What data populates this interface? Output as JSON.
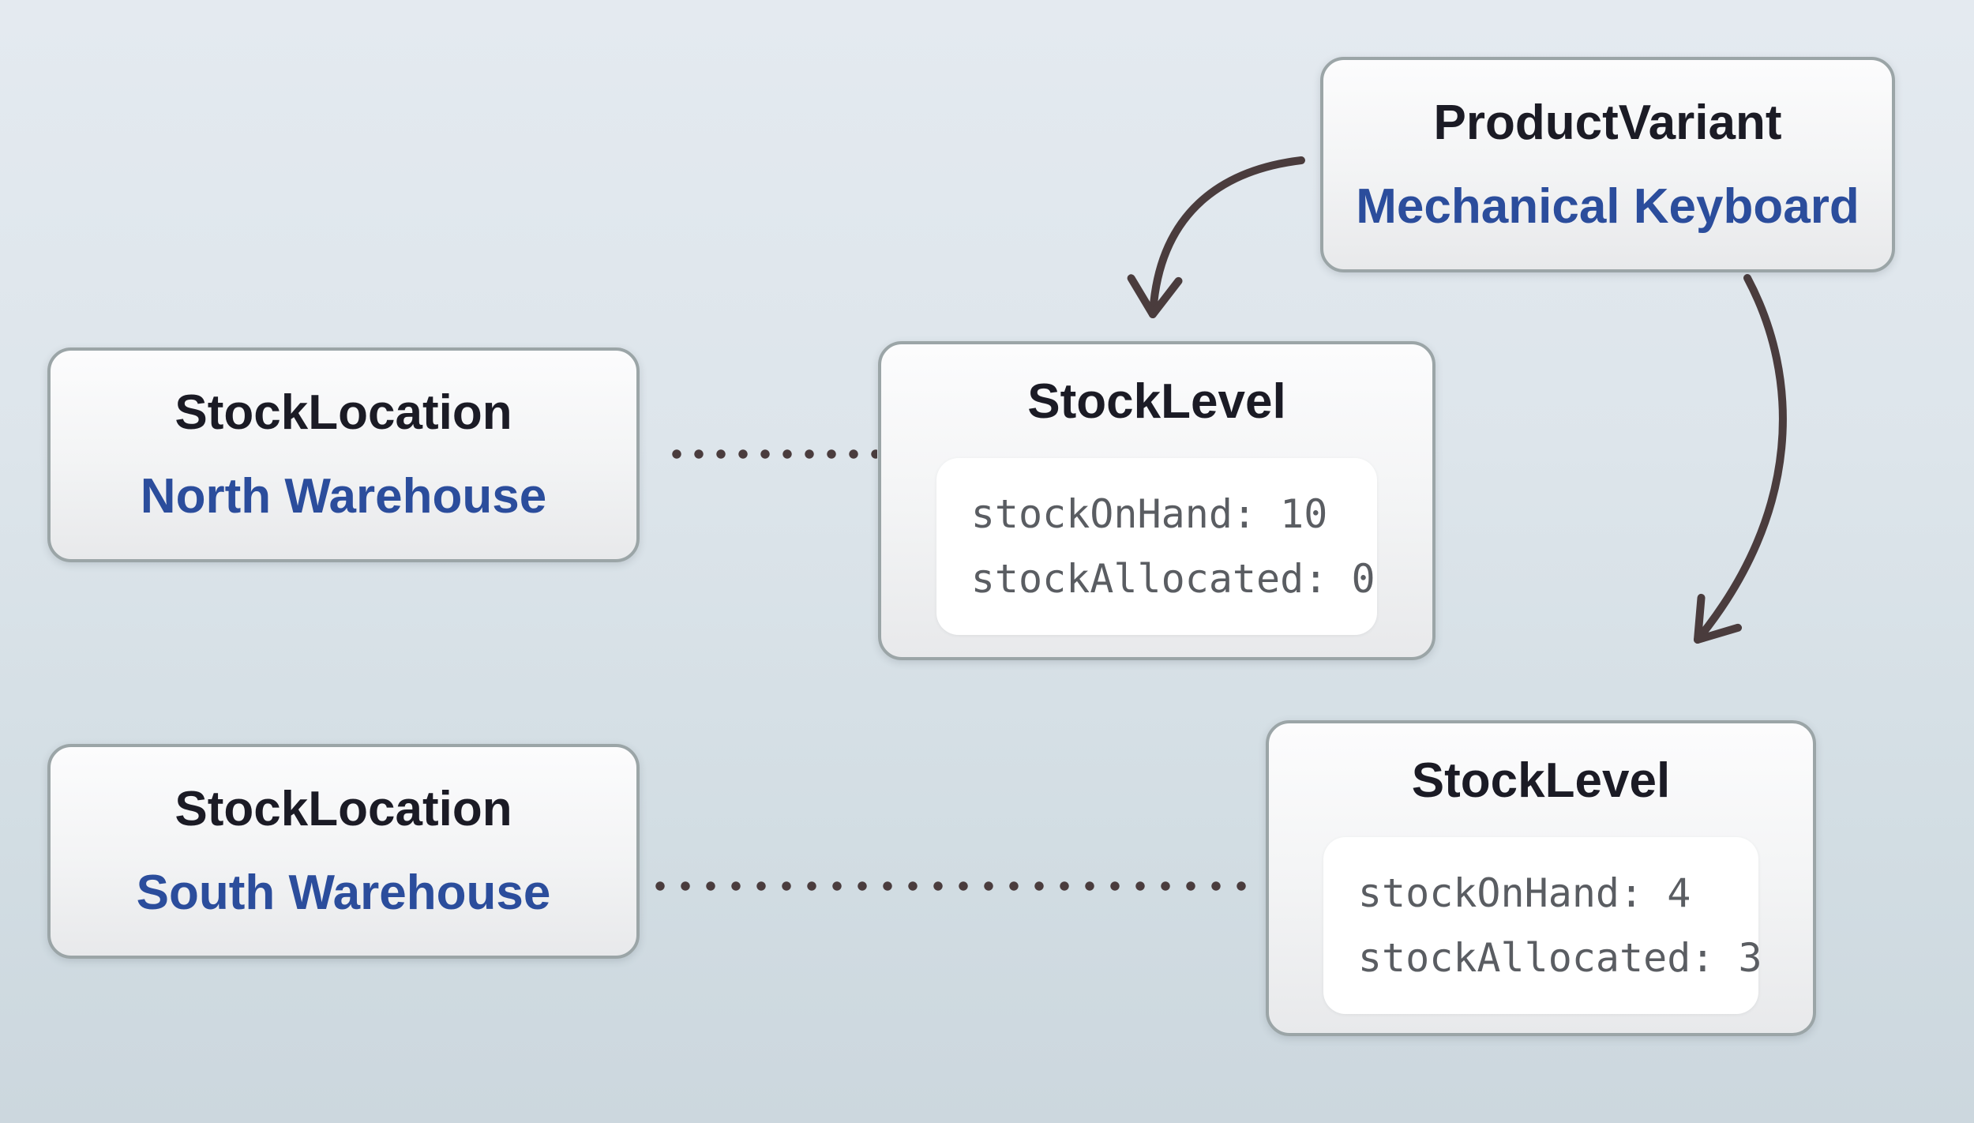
{
  "nodes": {
    "product_variant": {
      "type": "ProductVariant",
      "name": "Mechanical Keyboard"
    },
    "stock_location_north": {
      "type": "StockLocation",
      "name": "North Warehouse"
    },
    "stock_level_north": {
      "type": "StockLevel",
      "attrs": {
        "line1": "stockOnHand: 10",
        "line2": "stockAllocated: 0"
      }
    },
    "stock_location_south": {
      "type": "StockLocation",
      "name": "South Warehouse"
    },
    "stock_level_south": {
      "type": "StockLevel",
      "attrs": {
        "line1": "stockOnHand: 4",
        "line2": "stockAllocated: 3"
      }
    }
  },
  "colors": {
    "entity_type_text": "#1b1b25",
    "entity_name_text": "#2b4d9c",
    "attribute_text": "#5a5d62",
    "connector": "#4a3c3d",
    "node_border": "#9ba5a7",
    "background_top": "#e4eaf0",
    "background_bottom": "#ccd7de"
  }
}
